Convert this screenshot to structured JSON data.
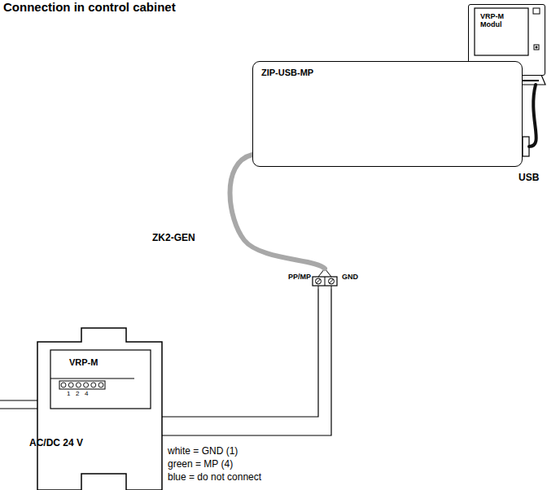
{
  "diagram": {
    "title": "Connection in control cabinet",
    "nodes": [
      {
        "text": [
          "VRP-M Modul"
        ]
      },
      {
        "text": [
          "ZIP-USB-MP"
        ]
      },
      {
        "text": [
          "PP/MP",
          "GND"
        ]
      },
      {
        "text": [
          "VRP-M"
        ]
      }
    ],
    "edges": [
      {
        "from": 1,
        "to": 0,
        "label": "USB",
        "arrow": "none"
      },
      {
        "from": 1,
        "to": 2,
        "label": "ZK2-GEN",
        "arrow": "none"
      },
      {
        "from": 2,
        "to": 3,
        "arrow": "none"
      }
    ],
    "labels": [
      "1",
      "2",
      "4",
      "AC/DC 24 V",
      "white = GND (1)",
      "green = MP (4)",
      "blue = do not connect"
    ]
  }
}
